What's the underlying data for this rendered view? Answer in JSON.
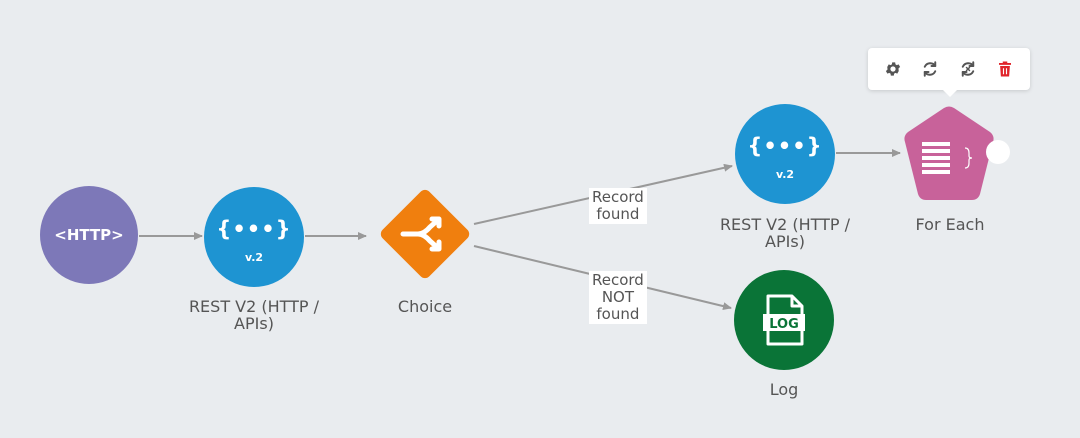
{
  "nodes": {
    "http": {
      "text": "<HTTP>"
    },
    "rest_1": {
      "icon_text": "{•••}",
      "version": "v.2",
      "label_line1": "REST V2 (HTTP /",
      "label_line2": "APIs)"
    },
    "choice": {
      "label": "Choice"
    },
    "rest_2": {
      "icon_text": "{•••}",
      "version": "v.2",
      "label_line1": "REST V2 (HTTP /",
      "label_line2": "APIs)"
    },
    "for_each": {
      "label": "For Each"
    },
    "log": {
      "icon_text": "LOG",
      "label": "Log"
    }
  },
  "edges": {
    "record_found": {
      "line1": "Record",
      "line2": "found"
    },
    "record_not_found": {
      "line1": "Record",
      "line2": "NOT",
      "line3": "found"
    }
  },
  "toolbar": {
    "icons": [
      "gear-icon",
      "refresh-icon",
      "sync-icon",
      "trash-icon"
    ]
  },
  "colors": {
    "background": "#e9ecef",
    "http": "#7d78b8",
    "rest": "#1e94d2",
    "choice": "#f07f0e",
    "for_each": "#c8629a",
    "log": "#0a7437",
    "delete": "#e0252b",
    "edge": "#999999"
  }
}
